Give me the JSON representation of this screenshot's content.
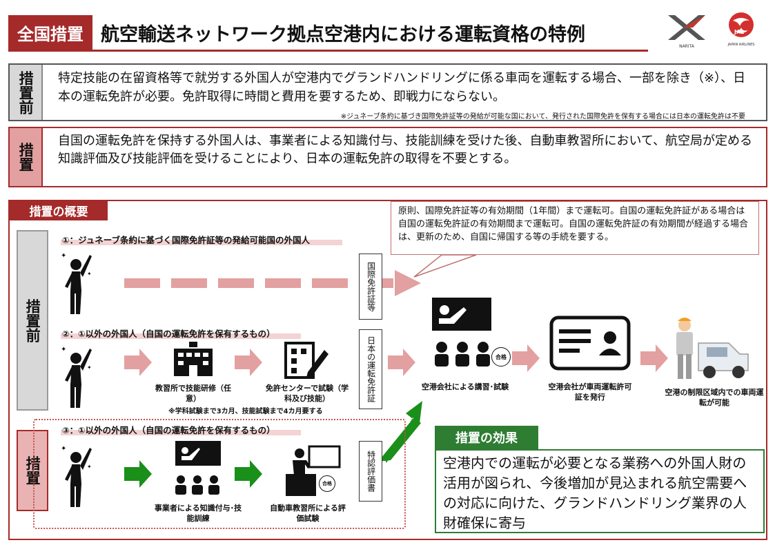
{
  "header": {
    "badge": "全国措置",
    "title": "航空輸送ネットワーク拠点空港内における運転資格の特例",
    "logo1_text": "NARITA",
    "logo2_text": "JAL",
    "logo2_sub": "JAPAN AIRLINES"
  },
  "before": {
    "label": "措置前",
    "text": "特定技能の在留資格等で就労する外国人が空港内でグランドハンドリングに係る車両を運転する場合、一部を除き（※）、日本の運転免許が必要。免許取得に時間と費用を要するため、即戦力にならない。",
    "note": "※ジュネーブ条約に基づき国際免許証等の発給が可能な国において、発行された国際免許を保有する場合には日本の運転免許は不要"
  },
  "measure": {
    "label": "措置",
    "text": "自国の運転免許を保持する外国人は、事業者による知識付与、技能訓練を受けた後、自動車教習所において、航空局が定める知識評価及び技能評価を受けることにより、日本の運転免許の取得を不要とする。"
  },
  "overview": {
    "title": "措置の概要",
    "callout": "原則、国際免許証等の有効期間（1年間）まで運転可。自国の運転免許証がある場合は自国の運転免許証の有効期間まで運転可。自国の運転免許証の有効期間が経過する場合は、更新のため、自国に帰国する等の手続を要する。",
    "left_before": "措置前",
    "left_measure": "措置",
    "case1": "①：ジュネーブ条約に基づく国際免許証等の発給可能国の外国人",
    "case2": "②：①以外の外国人（自国の運転免許を保有するもの）",
    "case3": "③：①以外の外国人（自国の運転免許を保有するもの）",
    "doc1": "国際免許証等",
    "doc2": "日本の運転免許証",
    "doc3": "特認評価書",
    "step_school": "教習所で技能研修（任意）",
    "step_center": "免許センターで試験（学科及び技能）",
    "step_note": "※学科試験まで3カ月、技能試験まで4カ月要する",
    "step_operator": "事業者による知識付与･技能訓練",
    "step_driving_school": "自動車教習所による評価試験",
    "step_airline_training": "空港会社による講習･試験",
    "step_permit": "空港会社が車両運転許可証を発行",
    "step_result": "空港の制限区域内での車両運転が可能",
    "pass_mark": "合格"
  },
  "effect": {
    "title": "措置の効果",
    "text": "空港内での運転が必要となる業務への外国人財の活用が図られ、今後増加が見込まれる航空需要への対応に向けた、グランドハンドリング業界の人財確保に寄与"
  }
}
